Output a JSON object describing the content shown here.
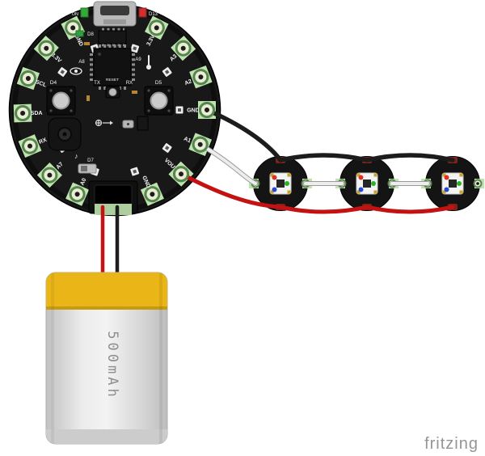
{
  "board": {
    "pads": [
      {
        "label": "3.3V"
      },
      {
        "label": "A3"
      },
      {
        "label": "A2"
      },
      {
        "label": "GND"
      },
      {
        "label": "A1"
      },
      {
        "label": "VOUT"
      },
      {
        "label": "GND"
      },
      {
        "label": "A0"
      },
      {
        "label": "A7"
      },
      {
        "label": "RX"
      },
      {
        "label": "SDA"
      },
      {
        "label": "SCL"
      },
      {
        "label": "3.3V"
      },
      {
        "label": "GND"
      }
    ],
    "silkscreen": {
      "on": "ON",
      "d13": "D13",
      "d8": "D8",
      "a8": "A8",
      "a9": "A9",
      "tx": "TX",
      "reset": "RESET",
      "rx": "RX",
      "d4": "D4",
      "d5": "D5",
      "d7": "D7",
      "note": "♪"
    }
  },
  "wires": {
    "ground": {
      "color": "#1c1c1c"
    },
    "data": {
      "color": "#ededed"
    },
    "data_outline": {
      "color": "#9a9a9a"
    },
    "power": {
      "color": "#c41111"
    },
    "battery_positive": {
      "color": "#c41111"
    },
    "battery_negative": {
      "color": "#1c1c1c"
    }
  },
  "neopixels": {
    "count": 3,
    "led": {
      "red": "#e03020",
      "green": "#28b428",
      "blue": "#2848d8"
    },
    "pad_highlight": "#bfe3ae"
  },
  "battery": {
    "capacity": "500mAh",
    "band_color": "#e9b517",
    "body_color": "#d9d9d9"
  },
  "watermark": {
    "label": "fritzing"
  }
}
